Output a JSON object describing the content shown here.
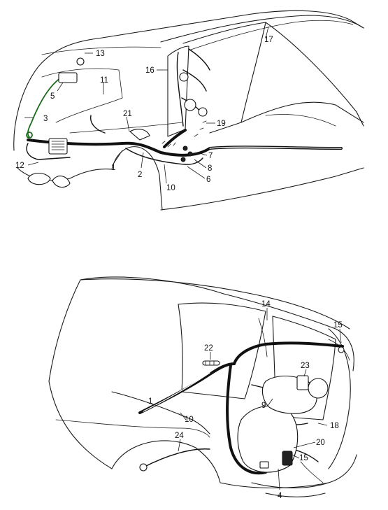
{
  "callouts_top": [
    {
      "id": "c13",
      "text": "13"
    },
    {
      "id": "c17",
      "text": "17"
    },
    {
      "id": "c11",
      "text": "11"
    },
    {
      "id": "c16",
      "text": "16"
    },
    {
      "id": "c5",
      "text": "5"
    },
    {
      "id": "c3",
      "text": "3"
    },
    {
      "id": "c21",
      "text": "21"
    },
    {
      "id": "c19",
      "text": "19"
    },
    {
      "id": "c7",
      "text": "7"
    },
    {
      "id": "c8",
      "text": "8"
    },
    {
      "id": "c6",
      "text": "6"
    },
    {
      "id": "c12",
      "text": "12"
    },
    {
      "id": "c1t",
      "text": "1"
    },
    {
      "id": "c2",
      "text": "2"
    },
    {
      "id": "c10t",
      "text": "10"
    }
  ],
  "callouts_bottom": [
    {
      "id": "c14",
      "text": "14"
    },
    {
      "id": "c15a",
      "text": "15"
    },
    {
      "id": "c22",
      "text": "22"
    },
    {
      "id": "c23",
      "text": "23"
    },
    {
      "id": "c1b",
      "text": "1"
    },
    {
      "id": "c9",
      "text": "9"
    },
    {
      "id": "c10b",
      "text": "10"
    },
    {
      "id": "c18",
      "text": "18"
    },
    {
      "id": "c24",
      "text": "24"
    },
    {
      "id": "c20",
      "text": "20"
    },
    {
      "id": "c15b",
      "text": "15"
    },
    {
      "id": "c4",
      "text": "4"
    }
  ],
  "colors": {
    "line": "#1a1a1a",
    "harness": "#111111",
    "highlight_wire": "#1e6b1e",
    "background": "#ffffff"
  }
}
